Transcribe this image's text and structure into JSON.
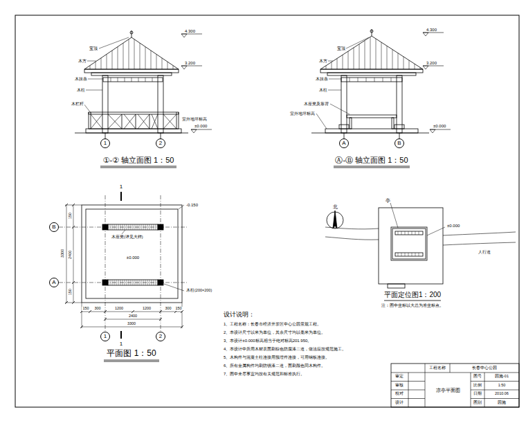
{
  "diagram": {
    "nodes": [
      {
        "text": [
          "1"
        ]
      },
      {
        "text": [
          "2"
        ]
      },
      {
        "text": [
          "A"
        ]
      },
      {
        "text": [
          "B"
        ]
      },
      {
        "text": [
          "B"
        ]
      },
      {
        "text": [
          "A"
        ]
      },
      {
        "text": [
          "1"
        ]
      },
      {
        "text": [
          "2"
        ]
      }
    ],
    "labels": [
      "宝顶",
      "木方",
      "木抹条",
      "木柱",
      "木栏杆",
      "4.300",
      "3.200",
      "室外地坪标高",
      "±0.000",
      "①-② 轴立面图 1：50",
      "宝顶",
      "木方",
      "木抹条",
      "木柱",
      "木座凳及靠背",
      "室外地坪标高",
      "4.300",
      "3.200",
      "±0.000",
      "Ⓐ-Ⓑ 轴立面图 1：50",
      "1",
      "1",
      "木座凳(详见大样)",
      "±0.000",
      "-0.150",
      "木柱(200×200)",
      "150",
      "300",
      "1200",
      "1200",
      "300",
      "150",
      "2400",
      "3300",
      "150",
      "2400",
      "150",
      "3300",
      "平面图 1：50",
      "北",
      "亭",
      "±0.000",
      "人行道",
      "平面定位图1：200",
      "注：图中坐标以大总为准坐标点。",
      "设计说明：",
      "1、工程名称：长春市经济开发区中心公园景观工程。",
      "2、本设计尺寸以米为单位，其余尺寸均以毫米为单位。",
      "3、本设计±0.000标高相当于绝对标高201.950。",
      "4、本设计中所用木材表面刷棕色防腐漆二道，做法应按规范施工。",
      "5、木构件与混凝土柱连接用预埋件连接，可用钢板连接。",
      "6、所有金属构件均刷防锈漆二道，面刷颜色同木构件。",
      "7、图中未尽事宜均按有关规范和标准执行。",
      "工程名称",
      "长春中心公园",
      "审定",
      "审核",
      "校对",
      "设计",
      "凉亭平面图",
      "图号",
      "比例",
      "日期",
      "图别",
      "园施-01",
      "1:50",
      "2010.06",
      "园施"
    ]
  }
}
